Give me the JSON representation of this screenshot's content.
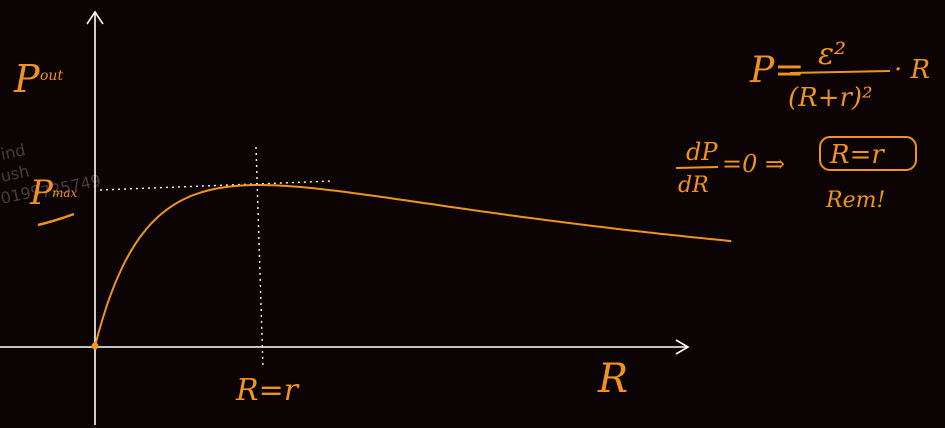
{
  "colors": {
    "background": "#0b0304",
    "ink_orange": "#f0921e",
    "axis_white": "#ffffff",
    "watermark": "#5a4a4a"
  },
  "axes": {
    "y_label": "P",
    "y_label_sub": "out",
    "x_label": "R"
  },
  "markers": {
    "pmax_label": "P",
    "pmax_sub": "max",
    "r_eq_label": "R=r"
  },
  "formulas": {
    "power_lhs": "P=",
    "power_numerator": "ε²",
    "power_denominator": "(R+r)²",
    "power_tail": "· R",
    "derivative_numerator": "dP",
    "derivative_denominator": "dR",
    "derivative_rhs": "=0 ⇒",
    "boxed_result": "R=r",
    "remember_note": "Rem!"
  },
  "watermark": {
    "line1": "ind",
    "line2": "ush",
    "line3": "0199",
    "line4": "725749"
  },
  "chart_data": {
    "type": "line",
    "title": "",
    "xlabel": "R",
    "ylabel": "Pout",
    "series": [
      {
        "values_description": "",
        "x": [
          0,
          0.25,
          0.5,
          1,
          1.5,
          2,
          2.5,
          3,
          4
        ],
        "y": [
          0,
          0.64,
          0.89,
          1,
          0.96,
          0.89,
          0.82,
          0.75,
          0.64
        ]
      }
    ],
    "grid": false
  }
}
